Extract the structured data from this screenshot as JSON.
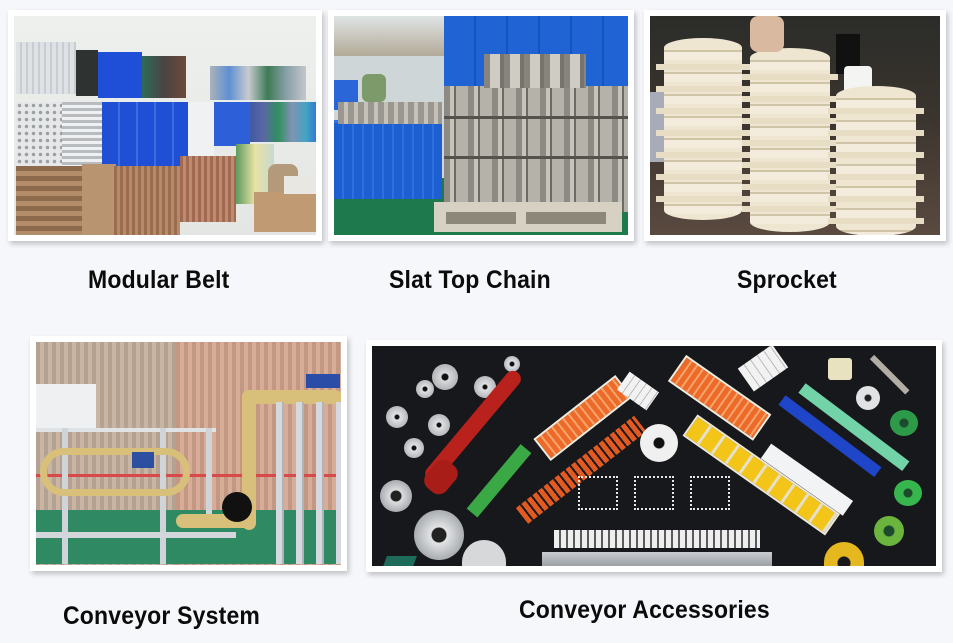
{
  "products": [
    {
      "id": "modular-belt",
      "label": "Modular Belt"
    },
    {
      "id": "slat-top-chain",
      "label": "Slat Top Chain"
    },
    {
      "id": "sprocket",
      "label": "Sprocket"
    },
    {
      "id": "conveyor-system",
      "label": "Conveyor System"
    },
    {
      "id": "conveyor-accessories",
      "label": "Conveyor Accessories"
    }
  ],
  "colors": {
    "background": "#f6f7fb",
    "frame": "#ffffff",
    "caption_text": "#0b0b0b",
    "belt_blue": "#1f4fd6",
    "crate_blue": "#1d5fd1",
    "floor_green": "#1e7a4c",
    "sprocket_cream": "#efe6d2",
    "accessory_bg": "#17181b",
    "accessory_orange": "#ee6a28",
    "accessory_red": "#b8211c",
    "accessory_yellow": "#f2c518",
    "accessory_green": "#39a845"
  }
}
